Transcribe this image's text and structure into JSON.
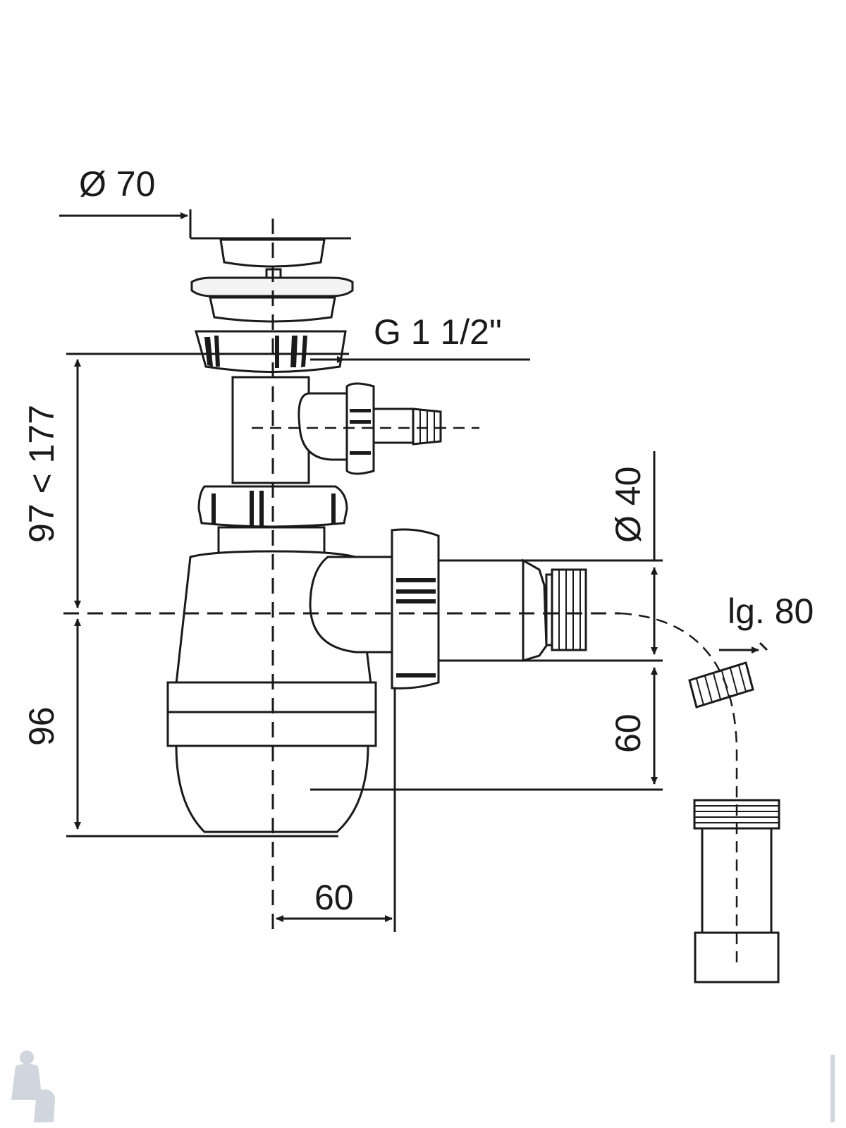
{
  "dimensions": {
    "sink_outlet_diameter": "Ø 70",
    "thread_size": "G 1 1/2\"",
    "height_adjustable": "97 < 177",
    "height_lower": "96",
    "offset_horizontal": "60",
    "outlet_diameter": "Ø 40",
    "outlet_offset_vertical": "60",
    "extension_length": "lg. 80"
  },
  "colors": {
    "line": "#1a1a1a",
    "background": "#ffffff",
    "watermark": "#cfd6dd"
  },
  "icons": {
    "watermark_logo": "plumber-mascot-icon"
  }
}
